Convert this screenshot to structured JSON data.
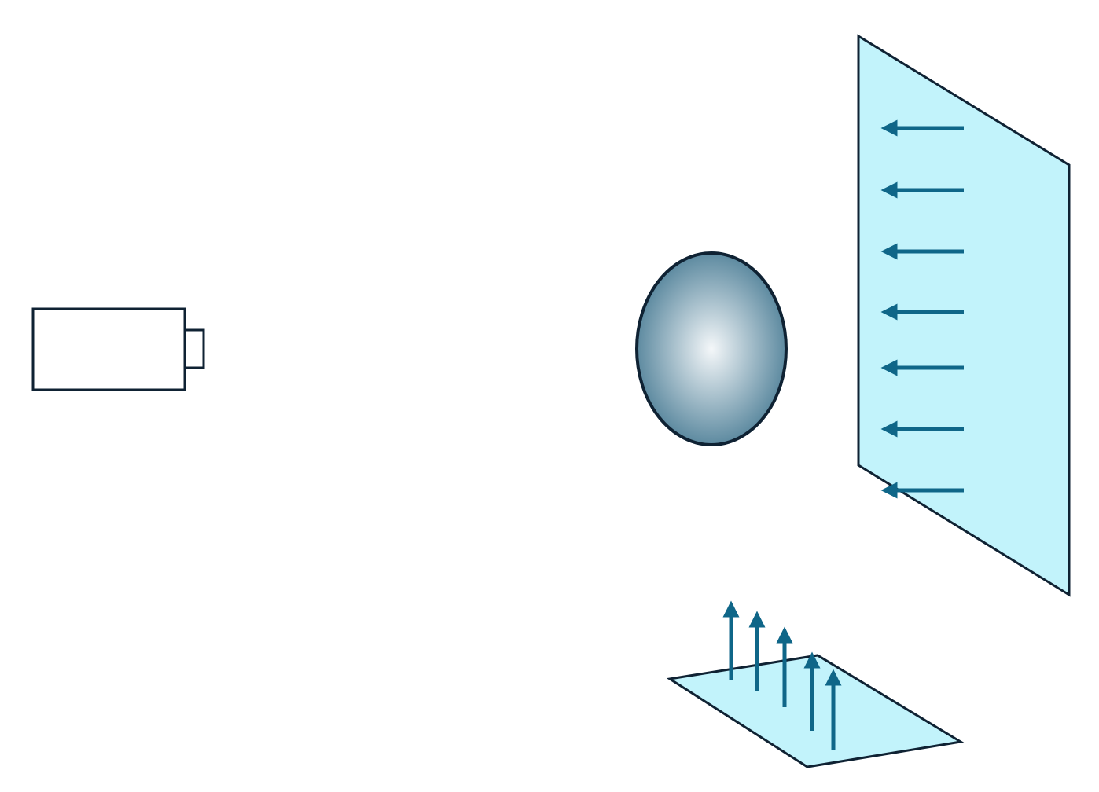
{
  "colors": {
    "background": "#ffffff",
    "outline": "#0f2233",
    "panel_fill": "#c2f3fb",
    "arrow": "#0f6688",
    "sphere_center": "#f4f7f9",
    "sphere_edge": "#5d8aa0"
  },
  "objects": {
    "camera": {
      "icon": "camera-icon"
    },
    "sphere": {
      "icon": "sphere-icon"
    },
    "back_light_panel": {
      "icon": "light-panel-icon",
      "arrow_count": 7,
      "arrow_direction": "left"
    },
    "bottom_light_panel": {
      "icon": "light-panel-icon",
      "arrow_count": 5,
      "arrow_direction": "up"
    }
  }
}
